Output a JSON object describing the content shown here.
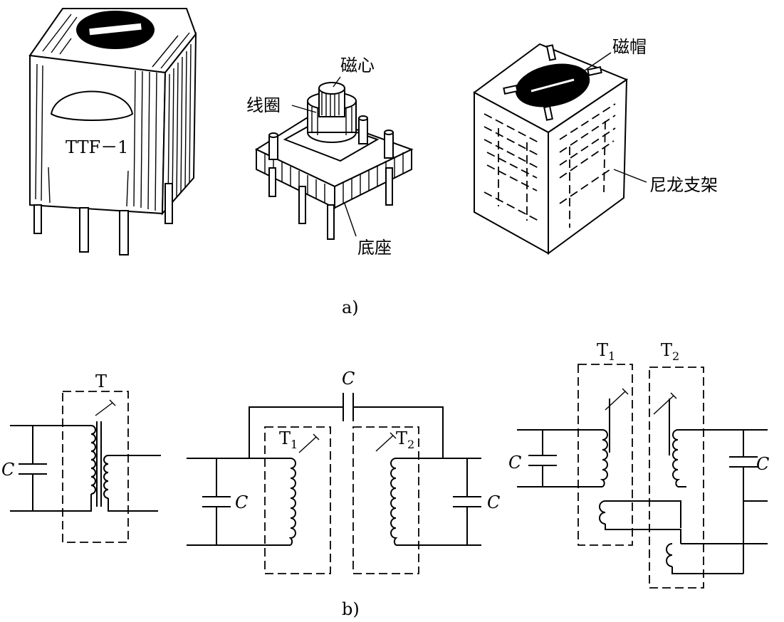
{
  "panel_a": {
    "caption": "a)",
    "can_model_label": "TTF－1",
    "labels": {
      "core": "磁心",
      "coil": "线圈",
      "base": "底座",
      "cap": "磁帽",
      "nylon_frame": "尼龙支架"
    }
  },
  "panel_b": {
    "caption": "b)",
    "circuit1": {
      "transformer": "T",
      "capacitor": "C"
    },
    "circuit2": {
      "coupling_capacitor": "C",
      "t1": "T",
      "t1_sub": "1",
      "t2": "T",
      "t2_sub": "2",
      "capacitor_left": "C",
      "capacitor_right": "C"
    },
    "circuit3": {
      "t1": "T",
      "t1_sub": "1",
      "t2": "T",
      "t2_sub": "2",
      "capacitor_left": "C",
      "capacitor_right": "C"
    }
  }
}
